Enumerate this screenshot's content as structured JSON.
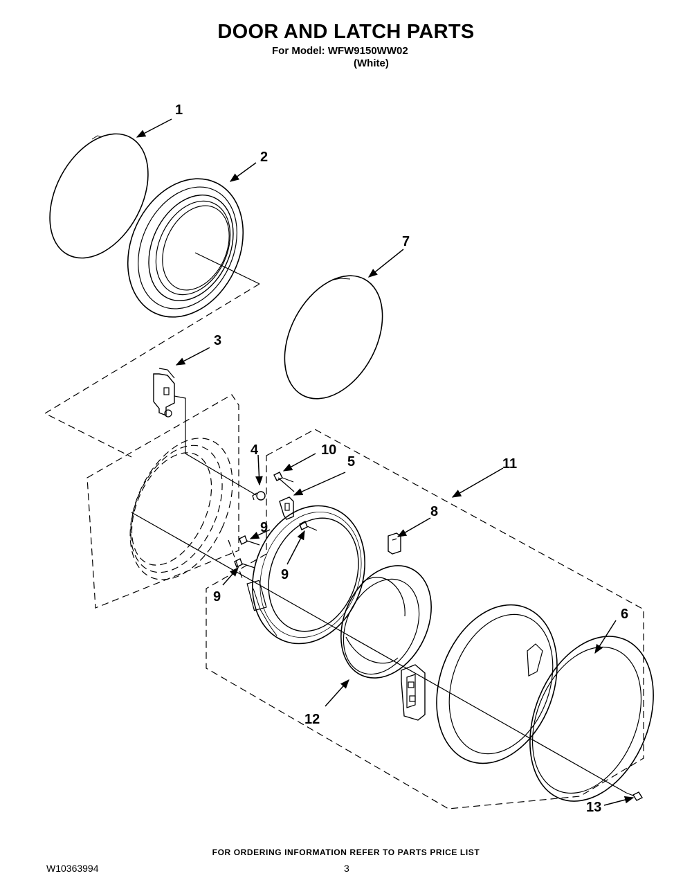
{
  "header": {
    "title": "DOOR AND LATCH PARTS",
    "model_line": "For Model: WFW9150WW02",
    "color_line": "(White)"
  },
  "callouts": [
    "1",
    "2",
    "3",
    "4",
    "5",
    "6",
    "7",
    "8",
    "9",
    "9",
    "9",
    "10",
    "11",
    "12",
    "13"
  ],
  "footer": {
    "ordering_note": "FOR ORDERING INFORMATION REFER TO PARTS PRICE LIST",
    "doc_id": "W10363994",
    "page_number": "3"
  }
}
